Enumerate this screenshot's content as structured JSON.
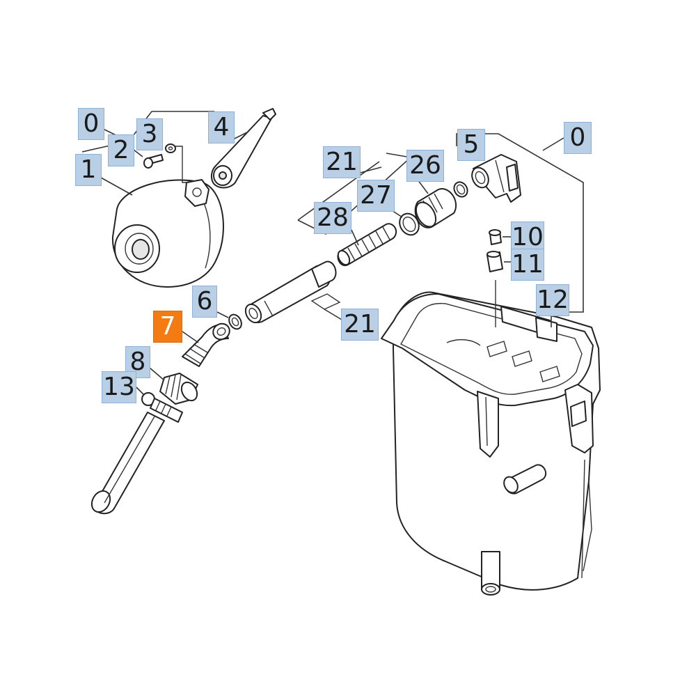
{
  "colors": {
    "callout_fill": "#b9cfe6",
    "callout_selected_fill": "#f47a14",
    "line": "#222222",
    "background": "#ffffff"
  },
  "selected_part": "7",
  "callouts": [
    {
      "id": "c0a",
      "label": "0"
    },
    {
      "id": "c1",
      "label": "1"
    },
    {
      "id": "c2",
      "label": "2"
    },
    {
      "id": "c3",
      "label": "3"
    },
    {
      "id": "c4",
      "label": "4"
    },
    {
      "id": "c0b",
      "label": "0"
    },
    {
      "id": "c5",
      "label": "5"
    },
    {
      "id": "c21a",
      "label": "21"
    },
    {
      "id": "c26",
      "label": "26"
    },
    {
      "id": "c27",
      "label": "27"
    },
    {
      "id": "c28",
      "label": "28"
    },
    {
      "id": "c10",
      "label": "10"
    },
    {
      "id": "c11",
      "label": "11"
    },
    {
      "id": "c12",
      "label": "12"
    },
    {
      "id": "c6",
      "label": "6"
    },
    {
      "id": "c7",
      "label": "7"
    },
    {
      "id": "c21b",
      "label": "21"
    },
    {
      "id": "c8",
      "label": "8"
    },
    {
      "id": "c13",
      "label": "13"
    }
  ]
}
